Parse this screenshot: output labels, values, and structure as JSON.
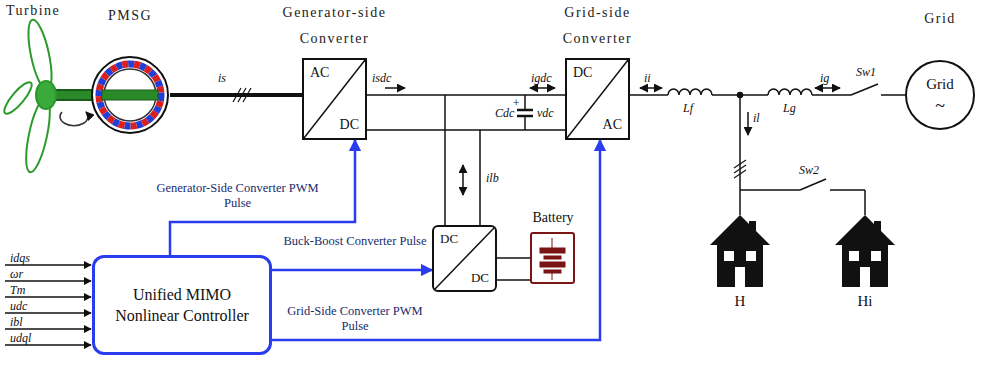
{
  "diagram": {
    "nodes": [
      {
        "text": [
          "PMSG"
        ]
      },
      {
        "text": [
          "Generator-side Converter",
          "AC",
          "DC"
        ]
      },
      {
        "text": [
          "Grid-side Converter",
          "DC",
          "AC"
        ]
      },
      {
        "text": [
          "Grid",
          "Grid",
          "~"
        ]
      },
      {
        "text": [
          "Unified MIMO Nonlinear Controller"
        ]
      },
      {
        "text": [
          "DC",
          "DC"
        ]
      },
      {
        "text": [
          "Battery"
        ]
      },
      {
        "text": [
          "H"
        ]
      },
      {
        "text": [
          "Hi"
        ]
      }
    ],
    "edges": [
      {
        "from": 0,
        "to": 1,
        "arrow": "none"
      },
      {
        "from": 1,
        "to": 2,
        "arrow": "none"
      },
      {
        "from": 4,
        "to": 1,
        "label": "Generator-Side Converter PWM Pulse",
        "arrow": "to"
      },
      {
        "from": 4,
        "to": 5,
        "label": "Buck-Boost Converter Pulse",
        "arrow": "to"
      },
      {
        "from": 4,
        "to": 2,
        "label": "Grid-Side Converter PWM Pulse",
        "arrow": "to"
      },
      {
        "from": 5,
        "to": 6,
        "arrow": "none"
      },
      {
        "from": 2,
        "to": 3,
        "arrow": "none"
      }
    ],
    "labels": [
      "Turbine",
      "is",
      "isdc",
      "igdc",
      "+",
      "Cdc",
      "vdc",
      "ilb",
      "ii",
      "Lf",
      "Lg",
      "ig",
      "Sw1",
      "il",
      "Sw2",
      "idqs",
      "ωr",
      "Tm",
      "udc",
      "ibl",
      "udql"
    ]
  }
}
